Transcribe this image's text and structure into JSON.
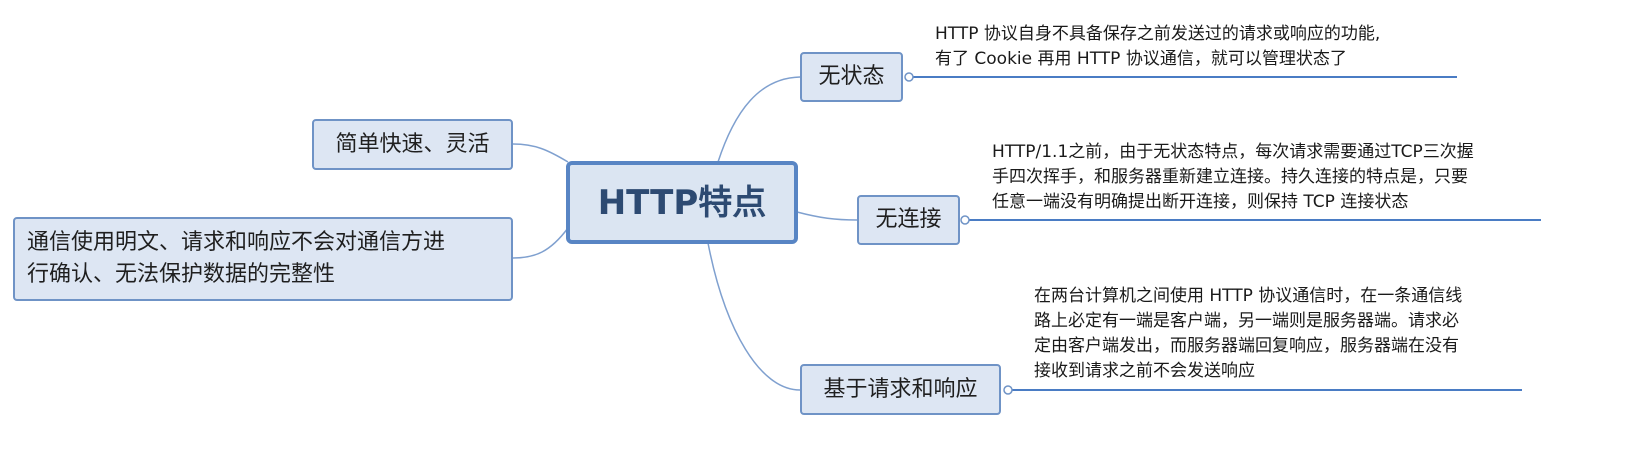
{
  "center": {
    "label": "HTTP特点"
  },
  "left_branches": [
    {
      "label": "简单快速、灵活"
    },
    {
      "lines": [
        "通信使用明文、请求和响应不会对通信方进",
        "行确认、无法保护数据的完整性"
      ]
    }
  ],
  "right_branches": [
    {
      "label": "无状态",
      "note": [
        "HTTP 协议自身不具备保存之前发送过的请求或响应的功能,",
        "有了 Cookie 再用 HTTP 协议通信，就可以管理状态了"
      ]
    },
    {
      "label": "无连接",
      "note": [
        "HTTP/1.1之前，由于无状态特点，每次请求需要通过TCP三次握",
        "手四次挥手，和服务器重新建立连接。持久连接的特点是，只要",
        "任意一端没有明确提出断开连接，则保持 TCP 连接状态"
      ]
    },
    {
      "label": "基于请求和响应",
      "note": [
        "在两台计算机之间使用 HTTP 协议通信时，在一条通信线",
        "路上必定有一端是客户端，另一端则是服务器端。请求必",
        "定由客户端发出，而服务器端回复响应，服务器端在没有",
        "接收到请求之前不会发送响应"
      ]
    }
  ],
  "colors": {
    "node_fill": "#dde6f3",
    "node_border": "#6f93c6",
    "center_border": "#5885c4",
    "center_text": "#2d4a72",
    "connector": "#7fa0cf",
    "underline": "#4a7cc4"
  }
}
